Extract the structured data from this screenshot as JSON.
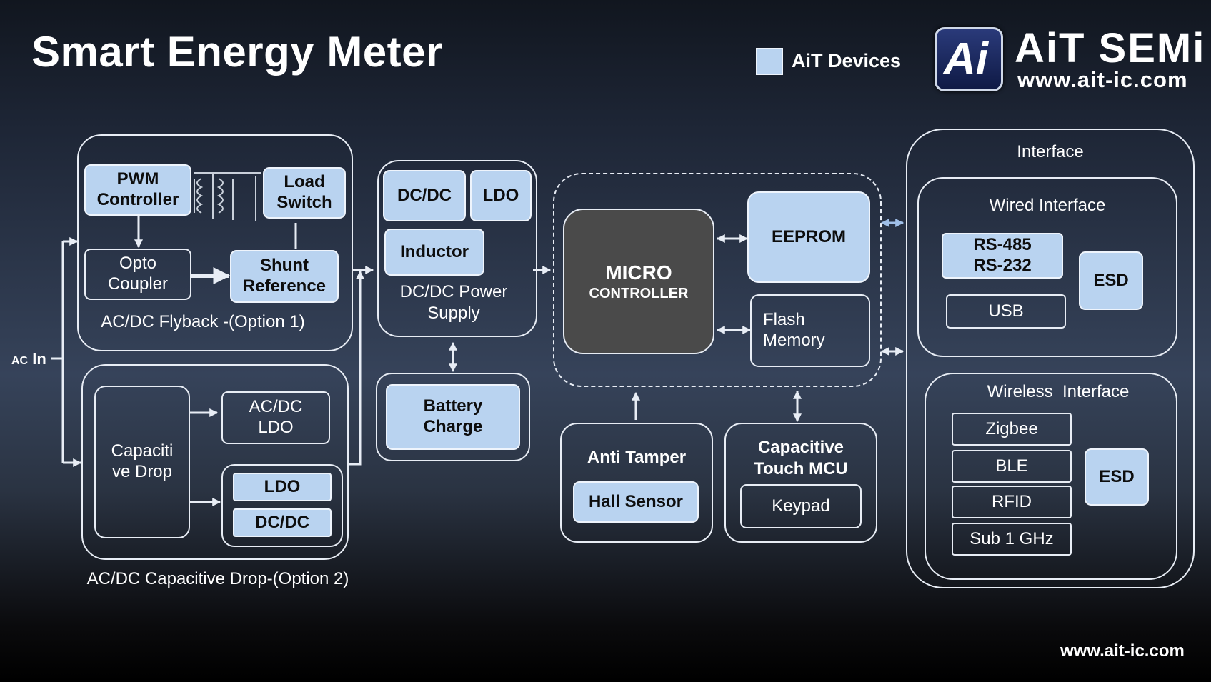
{
  "title": "Smart Energy Meter",
  "legend": {
    "label": "AiT Devices",
    "swatch_color": "#b9d3f0"
  },
  "logo": {
    "mark": "Ai",
    "company": "AiT SEMi",
    "url": "www.ait-ic.com"
  },
  "footer_url": "www.ait-ic.com",
  "colors": {
    "ait_block": "#b9d3f0",
    "microcontroller": "#4a4a4a",
    "line": "#e8edf5"
  },
  "ac_in": {
    "prefix": "AC",
    "label": "In"
  },
  "flyback": {
    "caption": "AC/DC Flyback -(Option 1)",
    "pwm": "PWM\nController",
    "load_switch": "Load\nSwitch",
    "opto": "Opto\nCoupler",
    "shunt": "Shunt\nReference"
  },
  "capdrop": {
    "caption": "AC/DC Capacitive Drop-(Option 2)",
    "capacitive_drop": "Capaciti\nve Drop",
    "acdc_ldo": "AC/DC\nLDO",
    "ldo": "LDO",
    "dcdc": "DC/DC"
  },
  "power": {
    "caption": "DC/DC Power\nSupply",
    "dcdc": "DC/DC",
    "ldo": "LDO",
    "inductor": "Inductor"
  },
  "battery": "Battery\nCharge",
  "mcu": {
    "line1": "MICRO",
    "line2": "CONTROLLER"
  },
  "eeprom": "EEPROM",
  "flash": "Flash\nMemory",
  "anti_tamper": {
    "title": "Anti Tamper",
    "hall": "Hall Sensor"
  },
  "touch": {
    "title": "Capacitive\nTouch MCU",
    "keypad": "Keypad"
  },
  "interface": {
    "title": "Interface",
    "wired": {
      "title": "Wired Interface",
      "rs": "RS-485\nRS-232",
      "usb": "USB",
      "esd": "ESD"
    },
    "wireless": {
      "title": "Wireless  Interface",
      "items": [
        "Zigbee",
        "BLE",
        "RFID",
        "Sub 1 GHz"
      ],
      "esd": "ESD"
    }
  }
}
